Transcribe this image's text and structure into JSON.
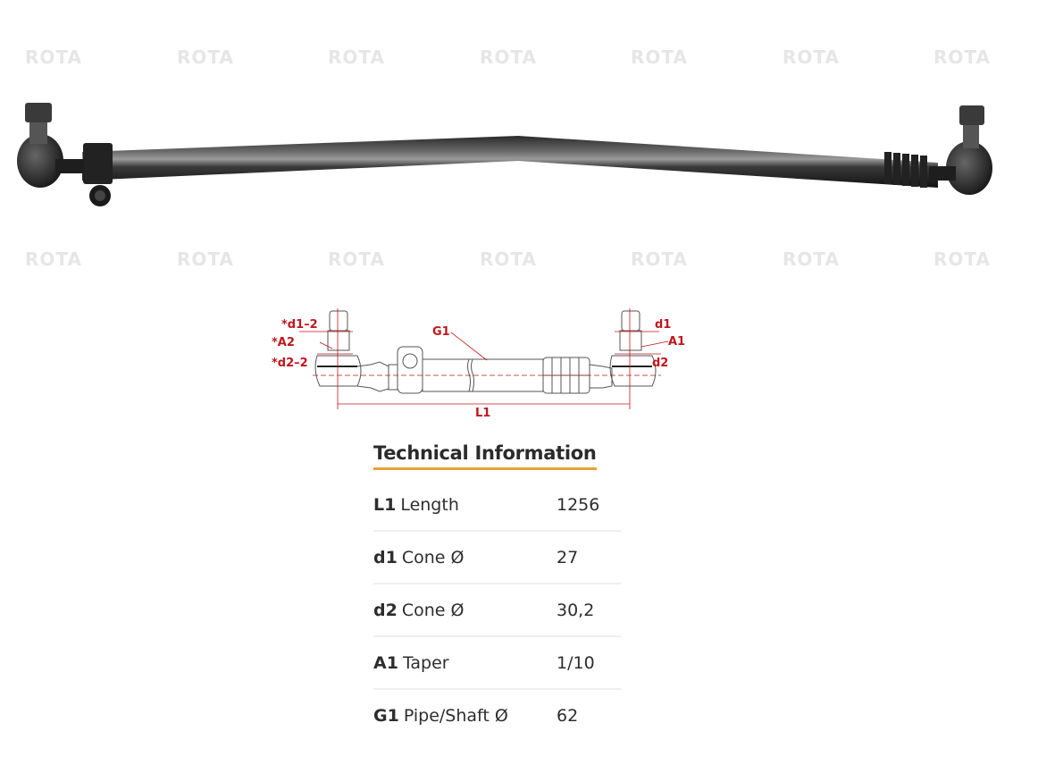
{
  "product_photo": {
    "watermark_text": "ROTA",
    "watermark_color": "#e6e6e6",
    "part_color": "#1a1a1a"
  },
  "diagram": {
    "label_color": "#c0161b",
    "labels": {
      "d1_2": "*d1–2",
      "a2": "*A2",
      "d2_2": "*d2–2",
      "g1": "G1",
      "d1": "d1",
      "a1": "A1",
      "d2": "d2",
      "l1": "L1"
    }
  },
  "technical_information": {
    "title": "Technical Information",
    "accent_color": "#e8a13a",
    "rows": [
      {
        "code": "L1",
        "label": "Length",
        "value": "1256"
      },
      {
        "code": "d1",
        "label": "Cone Ø",
        "value": "27"
      },
      {
        "code": "d2",
        "label": "Cone Ø",
        "value": "30,2"
      },
      {
        "code": "A1",
        "label": "Taper",
        "value": "1/10"
      },
      {
        "code": "G1",
        "label": "Pipe/Shaft Ø",
        "value": "62"
      }
    ]
  }
}
